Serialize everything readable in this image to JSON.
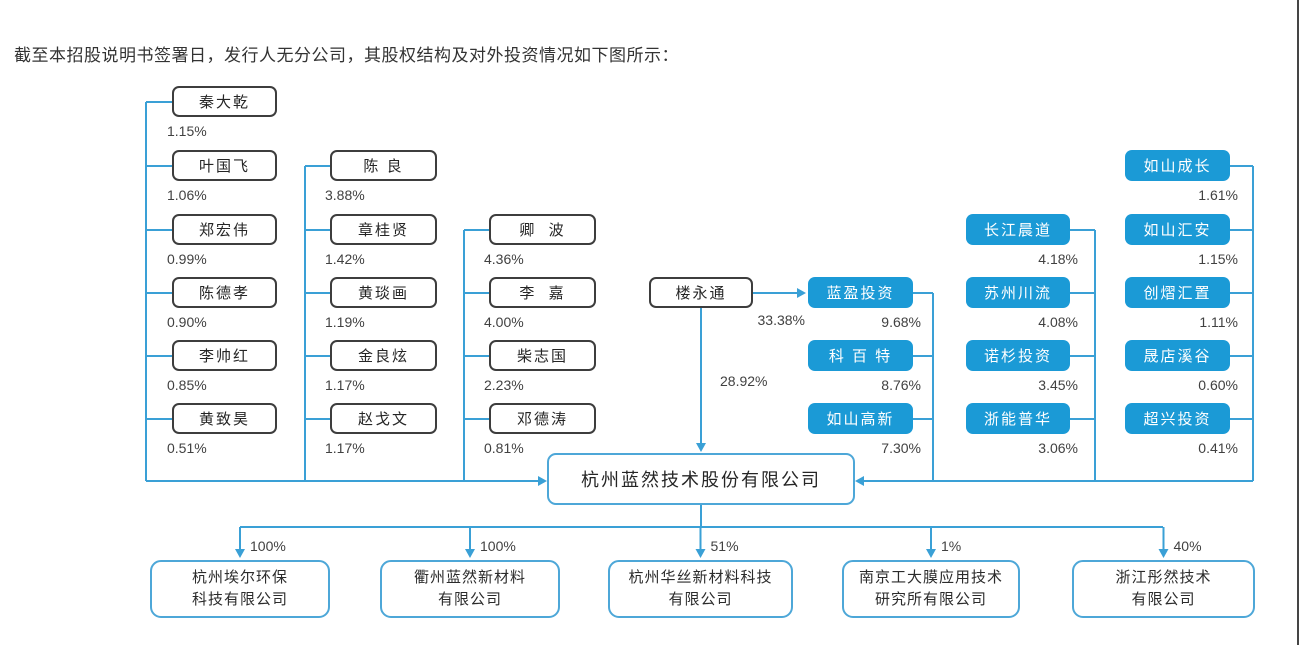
{
  "page": {
    "heading": "截至本招股说明书签署日，发行人无分公司，其股权结构及对外投资情况如下图所示："
  },
  "colors": {
    "line_blue": "#3aa0d6",
    "blue_box_fill": "#1b9ad6",
    "white_box_border": "#3d3d3d",
    "company_box_border": "#4da7d8",
    "text": "#333333"
  },
  "diagram": {
    "company": {
      "name": "杭州蓝然技术股份有限公司"
    },
    "controlling_shareholder": {
      "name": "楼永通",
      "pct_in_lanying": "33.38%",
      "pct_in_company": "28.92%"
    },
    "groups": [
      {
        "label": "individual-shareholders-column-1",
        "items": [
          {
            "name": "秦大乾",
            "pct": "1.15%"
          },
          {
            "name": "叶国飞",
            "pct": "1.06%"
          },
          {
            "name": "郑宏伟",
            "pct": "0.99%"
          },
          {
            "name": "陈德孝",
            "pct": "0.90%"
          },
          {
            "name": "李帅红",
            "pct": "0.85%"
          },
          {
            "name": "黄致昊",
            "pct": "0.51%"
          }
        ]
      },
      {
        "label": "individual-shareholders-column-2",
        "items": [
          {
            "name": "陈 良",
            "pct": "3.88%"
          },
          {
            "name": "章桂贤",
            "pct": "1.42%"
          },
          {
            "name": "黄琰画",
            "pct": "1.19%"
          },
          {
            "name": "金良炫",
            "pct": "1.17%"
          },
          {
            "name": "赵戈文",
            "pct": "1.17%"
          }
        ]
      },
      {
        "label": "individual-shareholders-column-3",
        "items": [
          {
            "name": "卿  波",
            "pct": "4.36%"
          },
          {
            "name": "李  嘉",
            "pct": "4.00%"
          },
          {
            "name": "柴志国",
            "pct": "2.23%"
          },
          {
            "name": "邓德涛",
            "pct": "0.81%"
          }
        ]
      },
      {
        "label": "institutional-shareholders-column-1",
        "items": [
          {
            "name": "蓝盈投资",
            "pct": "9.68%"
          },
          {
            "name": "科 百 特",
            "pct": "8.76%"
          },
          {
            "name": "如山高新",
            "pct": "7.30%"
          }
        ]
      },
      {
        "label": "institutional-shareholders-column-2",
        "items": [
          {
            "name": "长江晨道",
            "pct": "4.18%"
          },
          {
            "name": "苏州川流",
            "pct": "4.08%"
          },
          {
            "name": "诺杉投资",
            "pct": "3.45%"
          },
          {
            "name": "浙能普华",
            "pct": "3.06%"
          }
        ]
      },
      {
        "label": "institutional-shareholders-column-3",
        "items": [
          {
            "name": "如山成长",
            "pct": "1.61%"
          },
          {
            "name": "如山汇安",
            "pct": "1.15%"
          },
          {
            "name": "创熠汇置",
            "pct": "1.11%"
          },
          {
            "name": "晟店溪谷",
            "pct": "0.60%"
          },
          {
            "name": "超兴投资",
            "pct": "0.41%"
          }
        ]
      }
    ],
    "subsidiaries": [
      {
        "lines": [
          "杭州埃尔环保",
          "科技有限公司"
        ],
        "pct": "100%"
      },
      {
        "lines": [
          "衢州蓝然新材料",
          "有限公司"
        ],
        "pct": "100%"
      },
      {
        "lines": [
          "杭州华丝新材料科技",
          "有限公司"
        ],
        "pct": "51%"
      },
      {
        "lines": [
          "南京工大膜应用技术",
          "研究所有限公司"
        ],
        "pct": "1%"
      },
      {
        "lines": [
          "浙江彤然技术",
          "有限公司"
        ],
        "pct": "40%"
      }
    ]
  }
}
